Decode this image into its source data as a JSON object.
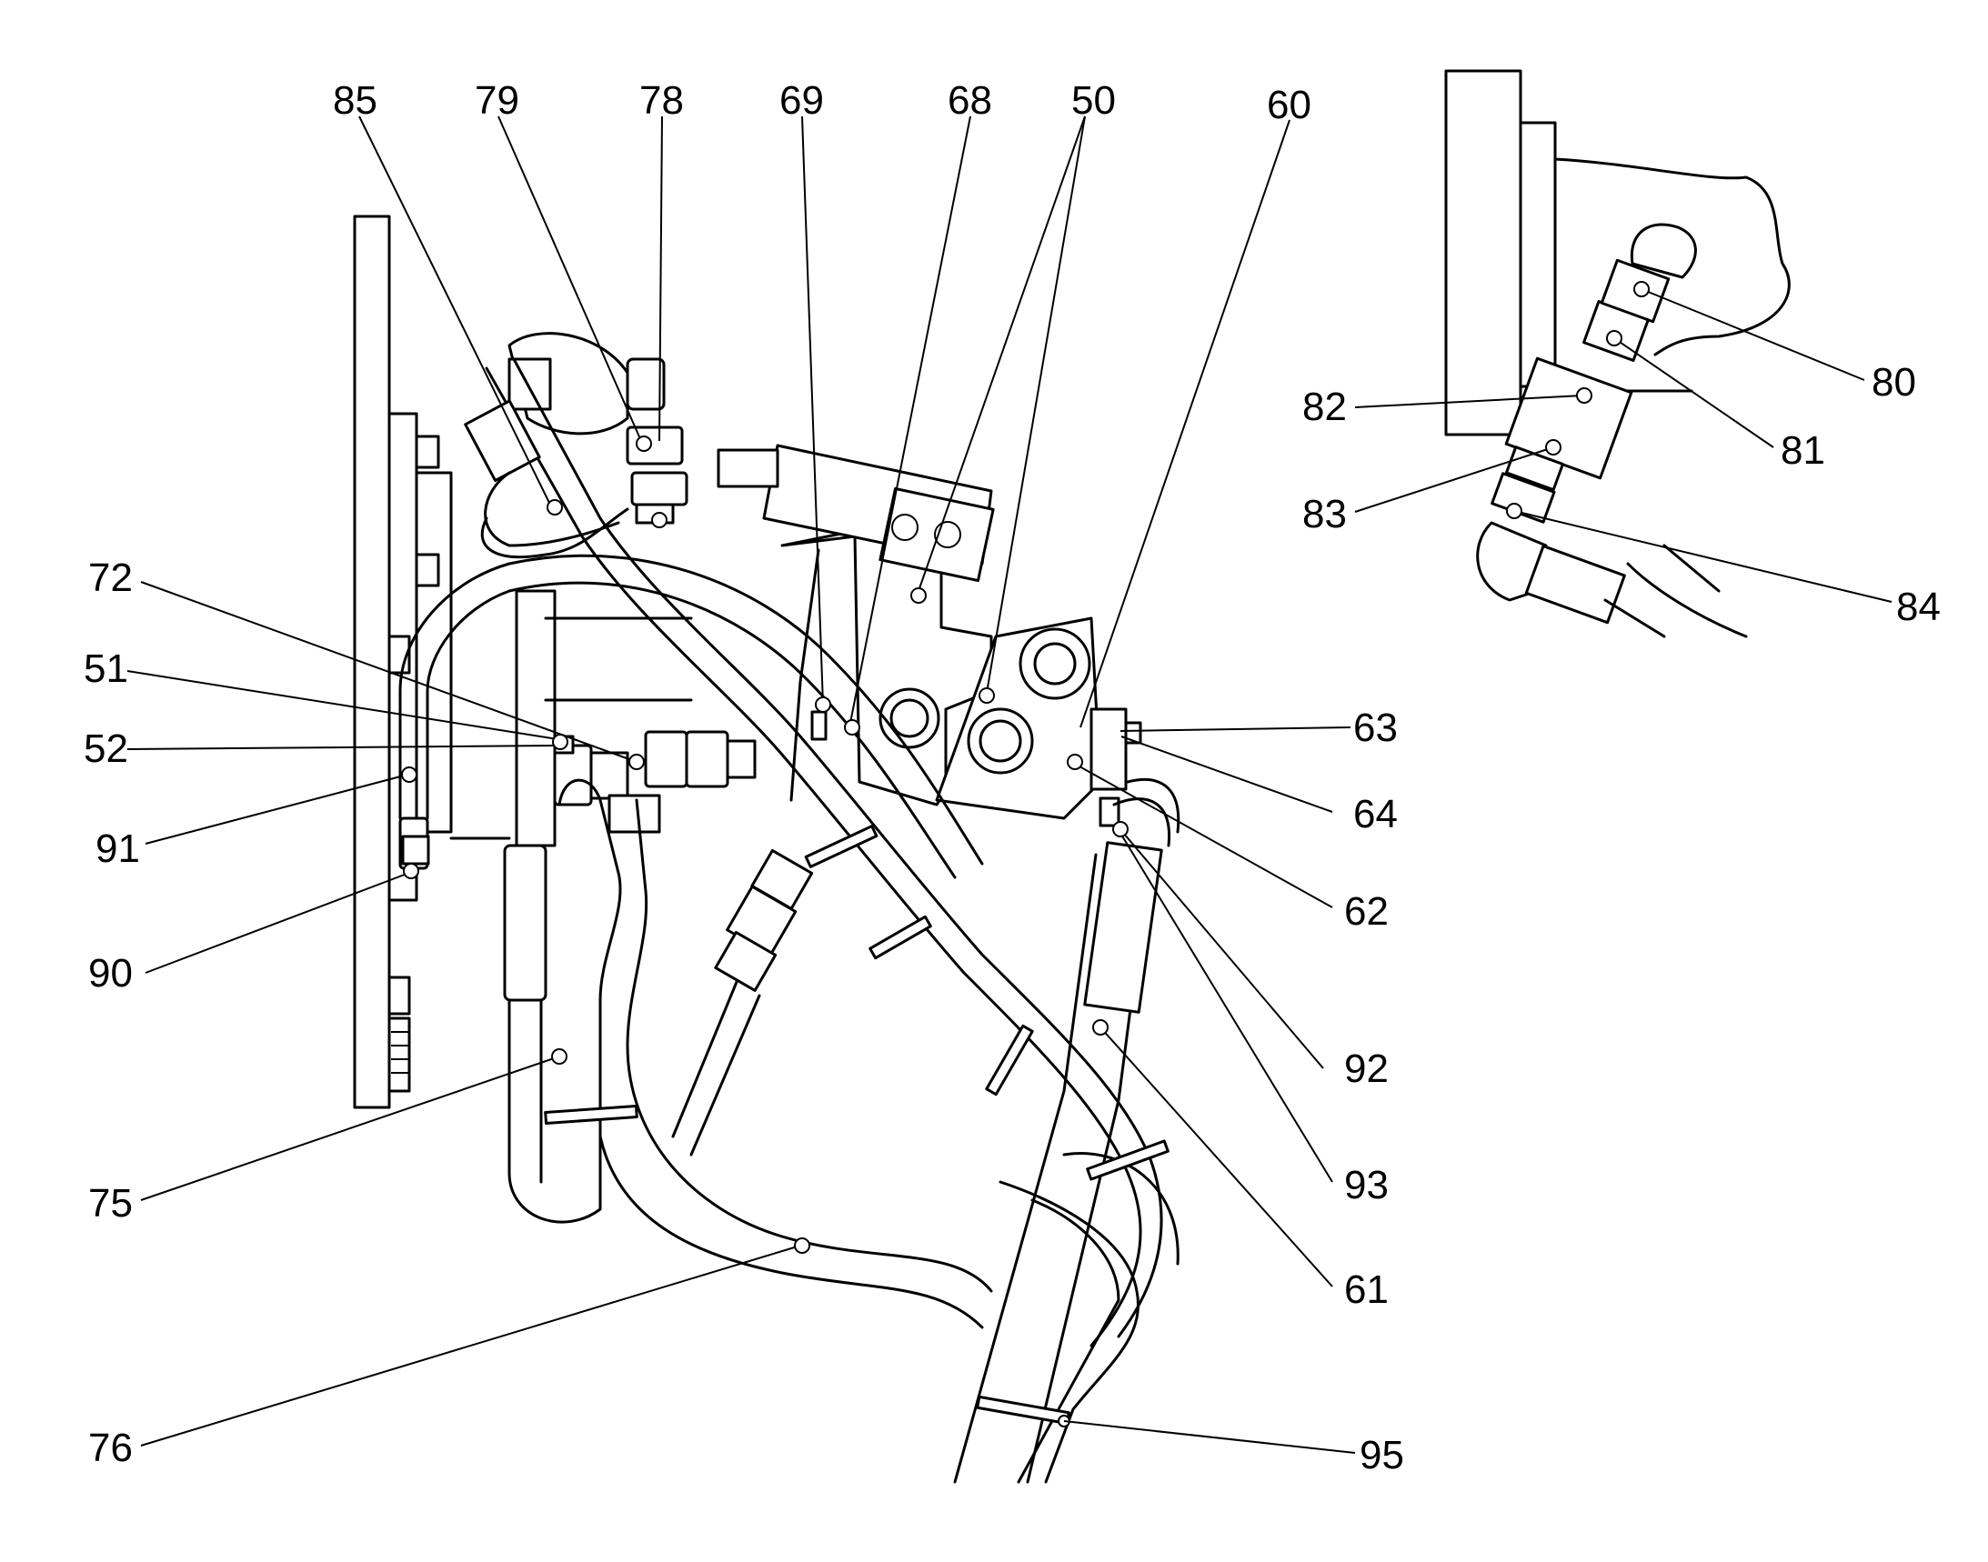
{
  "figure": {
    "labels": [
      "85",
      "79",
      "78",
      "69",
      "68",
      "50",
      "60",
      "72",
      "51",
      "52",
      "91",
      "90",
      "75",
      "76",
      "63",
      "64",
      "62",
      "92",
      "93",
      "61",
      "95",
      "80",
      "81",
      "82",
      "83",
      "84"
    ]
  }
}
